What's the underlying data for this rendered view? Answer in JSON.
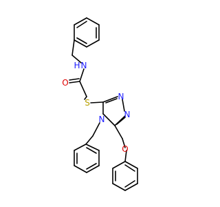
{
  "molecule": {
    "colors": {
      "bond": "#000000",
      "nitrogen": "#1a1aff",
      "oxygen": "#e00000",
      "sulfur": "#b8a000"
    },
    "atoms": {
      "nh_n": "N",
      "nh_h": "H",
      "carbonyl_o": "O",
      "thioether_s": "S",
      "triazole_n4": "N",
      "triazole_n1": "N",
      "triazole_n2": "N",
      "ether_o": "O"
    }
  }
}
